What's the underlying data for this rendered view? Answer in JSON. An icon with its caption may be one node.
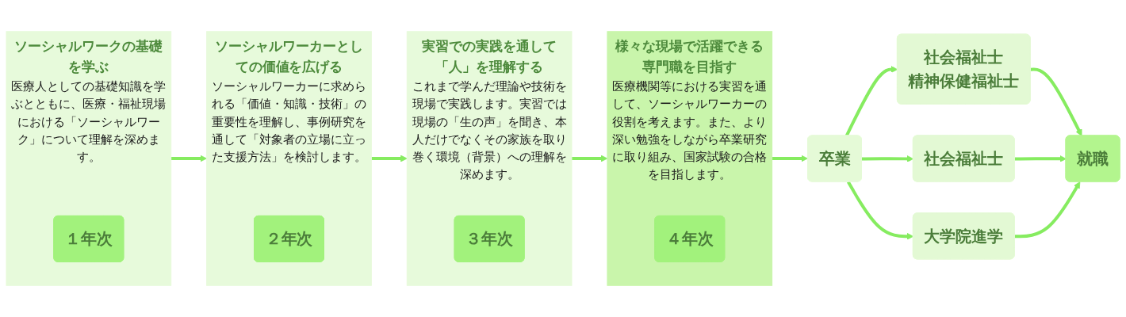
{
  "diagram": {
    "nodes": [
      {
        "text": [
          "ソーシャルワークの基礎を学ぶ",
          "医療人としての基礎知識を学ぶとともに、医療・福祉現場における「ソーシャルワーク」について理解を深めます。"
        ]
      },
      {
        "text": [
          "１年次"
        ],
        "in": 0
      },
      {
        "text": [
          "ソーシャルワーカーとしての価値を広げる",
          "ソーシャルワーカーに求められる「価値・知識・技術」の重要性を理解し、事例研究を通して「対象者の立場に立った支援方法」を検討します。"
        ]
      },
      {
        "text": [
          "２年次"
        ],
        "in": 2
      },
      {
        "text": [
          "実習での実践を通して「人」を理解する",
          "これまで学んだ理論や技術を現場で実践します。実習では現場の「生の声」を聞き、本人だけでなくその家族を取り巻く環境（背景）への理解を深めます。"
        ]
      },
      {
        "text": [
          "３年次"
        ],
        "in": 4
      },
      {
        "text": [
          "様々な現場で活躍できる専門職を目指す",
          "医療機関等における実習を通して、ソーシャルワーカーの役割を考えます。また、より深い勉強をしながら卒業研究に取り組み、国家試験の合格を目指します。"
        ]
      },
      {
        "text": [
          "４年次"
        ],
        "in": 6
      },
      {
        "text": [
          "卒業"
        ]
      },
      {
        "text": [
          "社会福祉士",
          "精神保健福祉士"
        ]
      },
      {
        "text": [
          "社会福祉士"
        ]
      },
      {
        "text": [
          "大学院進学"
        ]
      },
      {
        "text": [
          "就職"
        ]
      }
    ],
    "edges": [
      {
        "from": 0,
        "to": 2,
        "arrow": "to"
      },
      {
        "from": 2,
        "to": 4,
        "arrow": "to"
      },
      {
        "from": 4,
        "to": 6,
        "arrow": "to"
      },
      {
        "from": 6,
        "to": 8,
        "arrow": "to"
      },
      {
        "from": 8,
        "to": 9,
        "arrow": "to"
      },
      {
        "from": 8,
        "to": 10,
        "arrow": "to"
      },
      {
        "from": 8,
        "to": 11,
        "arrow": "to"
      },
      {
        "from": 9,
        "to": 12,
        "arrow": "to"
      },
      {
        "from": 10,
        "to": 12,
        "arrow": "to"
      },
      {
        "from": 11,
        "to": 12,
        "arrow": "to"
      }
    ]
  }
}
